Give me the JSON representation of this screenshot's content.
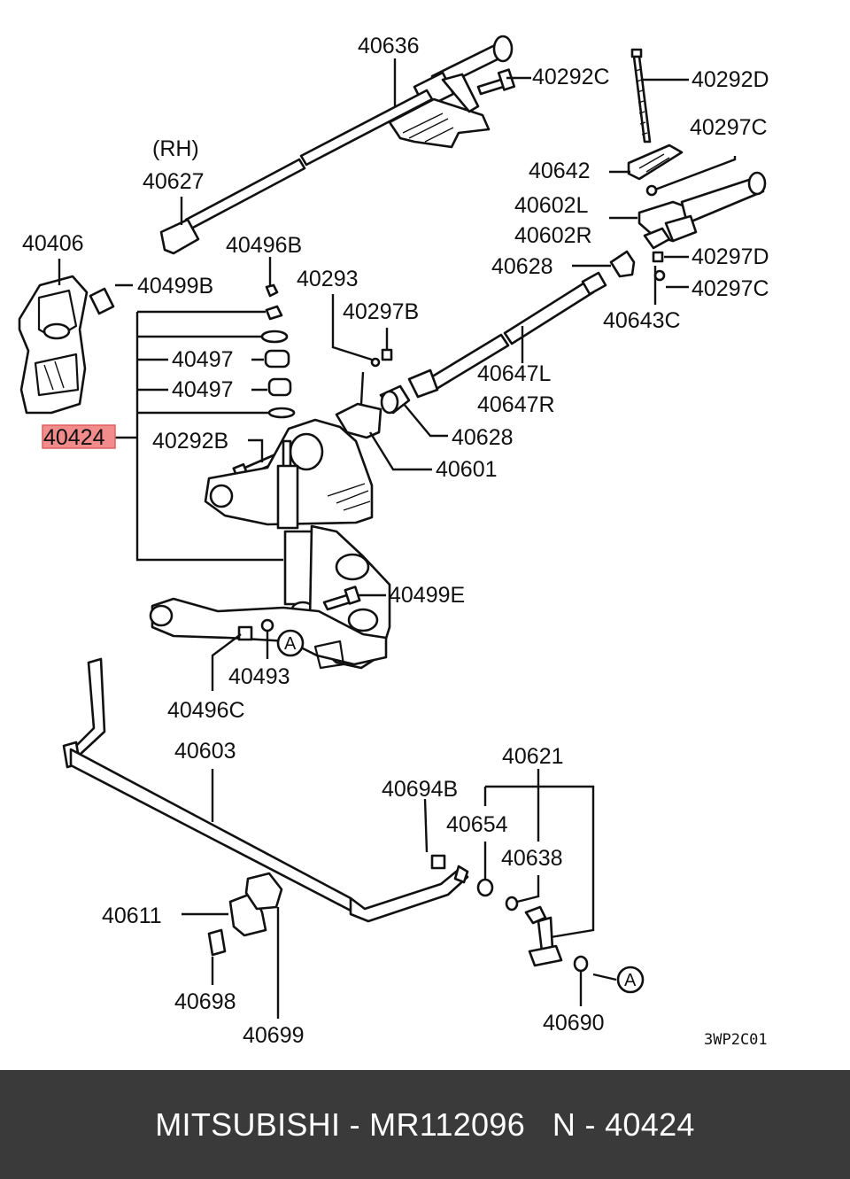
{
  "labels": {
    "p40636": "40636",
    "p40292C": "40292C",
    "p40292D": "40292D",
    "rh": "(RH)",
    "p40627": "40627",
    "p40297C_top": "40297C",
    "p40642": "40642",
    "p40602L": "40602L",
    "p40602R": "40602R",
    "p40406": "40406",
    "p40496B": "40496B",
    "p40628_top": "40628",
    "p40297D": "40297D",
    "p40499B": "40499B",
    "p40293": "40293",
    "p40297C_bottom": "40297C",
    "p40643C": "40643C",
    "p40297B": "40297B",
    "p40497_a": "40497",
    "p40647L": "40647L",
    "p40497_b": "40497",
    "p40647R": "40647R",
    "p40424": "40424",
    "p40628_bottom": "40628",
    "p40292B": "40292B",
    "p40601": "40601",
    "p40499E": "40499E",
    "circle_a_1": "A",
    "p40493": "40493",
    "p40496C": "40496C",
    "p40603": "40603",
    "p40621": "40621",
    "p40694B": "40694B",
    "p40654": "40654",
    "p40638": "40638",
    "p40611": "40611",
    "circle_a_2": "A",
    "p40698": "40698",
    "p40690": "40690",
    "p40699": "40699",
    "drawing_code": "3WP2C01"
  },
  "highlight": {
    "part": "40424",
    "color": "#f28b8b"
  },
  "footer": {
    "text": "MITSUBISHI - MR112096   N - 40424",
    "background": "#3a3a3a",
    "color": "#ffffff"
  }
}
